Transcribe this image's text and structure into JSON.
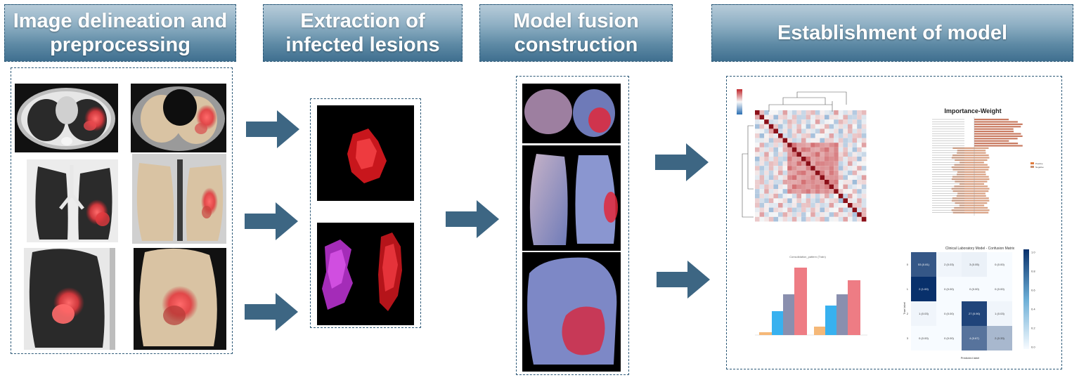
{
  "stages": [
    {
      "title": "Image delineation and\npreprocessing"
    },
    {
      "title": "Extraction of\ninfected lesions"
    },
    {
      "title": "Model fusion\nconstruction"
    },
    {
      "title": "Establishment of model"
    }
  ],
  "colors": {
    "header_top": "#b7ccd9",
    "header_bottom": "#3f6f8f",
    "arrow": "#3d6683",
    "lesion_red": "#e0282e",
    "lesion_purple": "#b43cc8",
    "lung_beige": "#d9c3a3",
    "lung_blue": "#7f8fc8"
  },
  "charts": {
    "importance_title": "Importance-Weight",
    "bar_title": "Consolidation_pattern (Train)",
    "confusion_title": "Clinical Laboratory Model - Confusion Matrix",
    "confusion_ylabel": "True label",
    "confusion_xlabel": "Predicted label",
    "confusion_cells": [
      [
        "53 (0.81)",
        "2 (0.03)",
        "3 (0.05)",
        "0 (0.00)"
      ],
      [
        "2 (1.00)",
        "0 (0.00)",
        "0 (0.00)",
        "0 (0.00)"
      ],
      [
        "1 (0.03)",
        "0 (0.00)",
        "27 (0.90)",
        "1 (0.03)"
      ],
      [
        "0 (0.00)",
        "0 (0.00)",
        "4 (0.67)",
        "2 (0.33)"
      ]
    ],
    "confusion_row_ticks": [
      "0",
      "1",
      "2",
      "3"
    ],
    "confusion_colorbar_ticks": [
      "1.0",
      "0.8",
      "0.6",
      "0.4",
      "0.2",
      "0.0"
    ],
    "legend_entries": [
      "Positive",
      "Negative"
    ]
  }
}
